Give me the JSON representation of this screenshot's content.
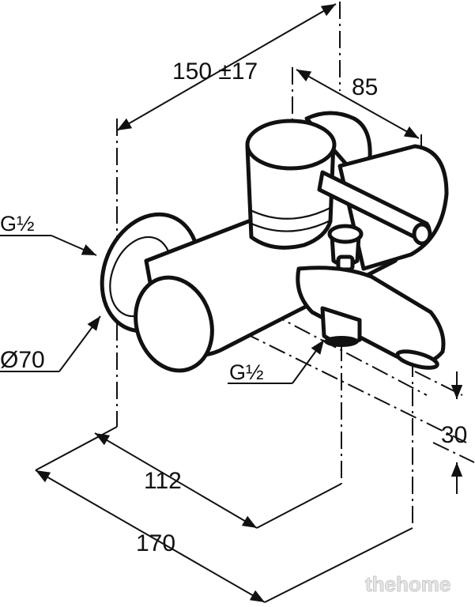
{
  "diagram": {
    "dimensions": {
      "overall_depth": "150 ±17",
      "handle_depth": "85",
      "flange_diameter": "Ø70",
      "center_to_spout": "112",
      "total_width": "170",
      "spout_height": "30"
    },
    "threads": {
      "inlet": "G½",
      "outlet": "G½"
    },
    "watermark": "thehome"
  },
  "colors": {
    "line": "#111111",
    "background": "#ffffff",
    "watermark": "#e6e6e6"
  }
}
